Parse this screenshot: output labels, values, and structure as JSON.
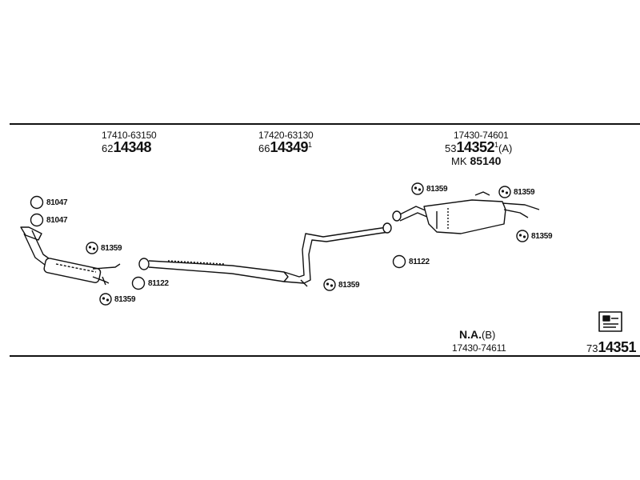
{
  "sections": [
    {
      "oe": "17410-63150",
      "prefix": "62",
      "number": "14348",
      "sup": ""
    },
    {
      "oe": "17420-63130",
      "prefix": "66",
      "number": "14349",
      "sup": "1"
    },
    {
      "oe": "17430-74601",
      "prefix": "53",
      "number": "14352",
      "sup": "1",
      "suffix": "(A)"
    }
  ],
  "mk": {
    "label": "MK",
    "number": "85140"
  },
  "alt_part": {
    "note_bold": "N.A.",
    "note_suffix": "(B)",
    "oe": "17430-74611"
  },
  "catalog": {
    "prefix": "73",
    "number": "14351"
  },
  "mounts": [
    {
      "code": "81047",
      "type": "ring"
    },
    {
      "code": "81047",
      "type": "ring"
    },
    {
      "code": "81359",
      "type": "hanger"
    },
    {
      "code": "81122",
      "type": "ring"
    },
    {
      "code": "81359",
      "type": "hanger"
    },
    {
      "code": "81359",
      "type": "hanger"
    },
    {
      "code": "81122",
      "type": "ring"
    },
    {
      "code": "81359",
      "type": "hanger"
    },
    {
      "code": "81359",
      "type": "hanger"
    },
    {
      "code": "81359",
      "type": "hanger"
    }
  ]
}
